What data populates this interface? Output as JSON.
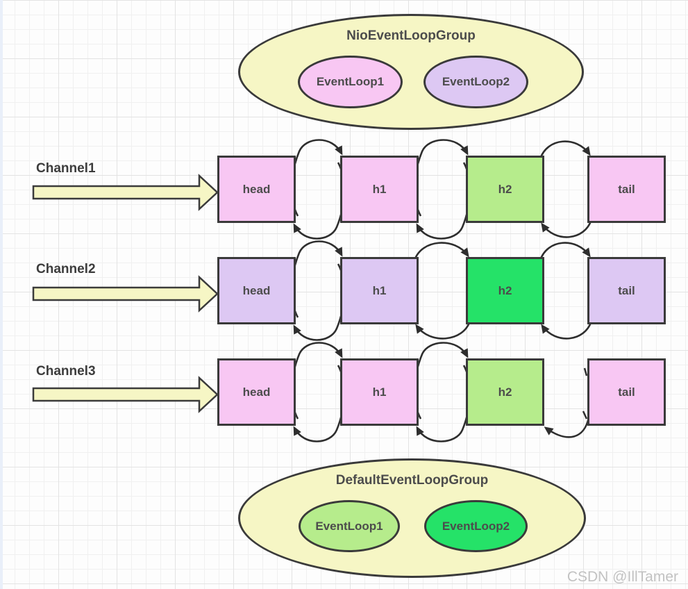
{
  "top_group": {
    "title": "NioEventLoopGroup",
    "event_loops": [
      {
        "label": "EventLoop1"
      },
      {
        "label": "EventLoop2"
      }
    ]
  },
  "bottom_group": {
    "title": "DefaultEventLoopGroup",
    "event_loops": [
      {
        "label": "EventLoop1"
      },
      {
        "label": "EventLoop2"
      }
    ]
  },
  "channels": [
    {
      "label": "Channel1",
      "pipeline": [
        "head",
        "h1",
        "h2",
        "tail"
      ]
    },
    {
      "label": "Channel2",
      "pipeline": [
        "head",
        "h1",
        "h2",
        "tail"
      ]
    },
    {
      "label": "Channel3",
      "pipeline": [
        "head",
        "h1",
        "h2",
        "tail"
      ]
    }
  ],
  "watermark": "CSDN @IllTamer",
  "palette": {
    "pink": "#f8c7f3",
    "lavender": "#ddc8f3",
    "light_green": "#b6ec8c",
    "bright_green": "#25e268",
    "cream_yellow": "#f6f6c5",
    "shape_border": "#3a3a3a",
    "arrow_stroke": "#2e2e2e",
    "grid_minor": "#f0f0f0",
    "grid_major": "#e3e3e3",
    "watermark_gray": "#c2c2c2"
  }
}
